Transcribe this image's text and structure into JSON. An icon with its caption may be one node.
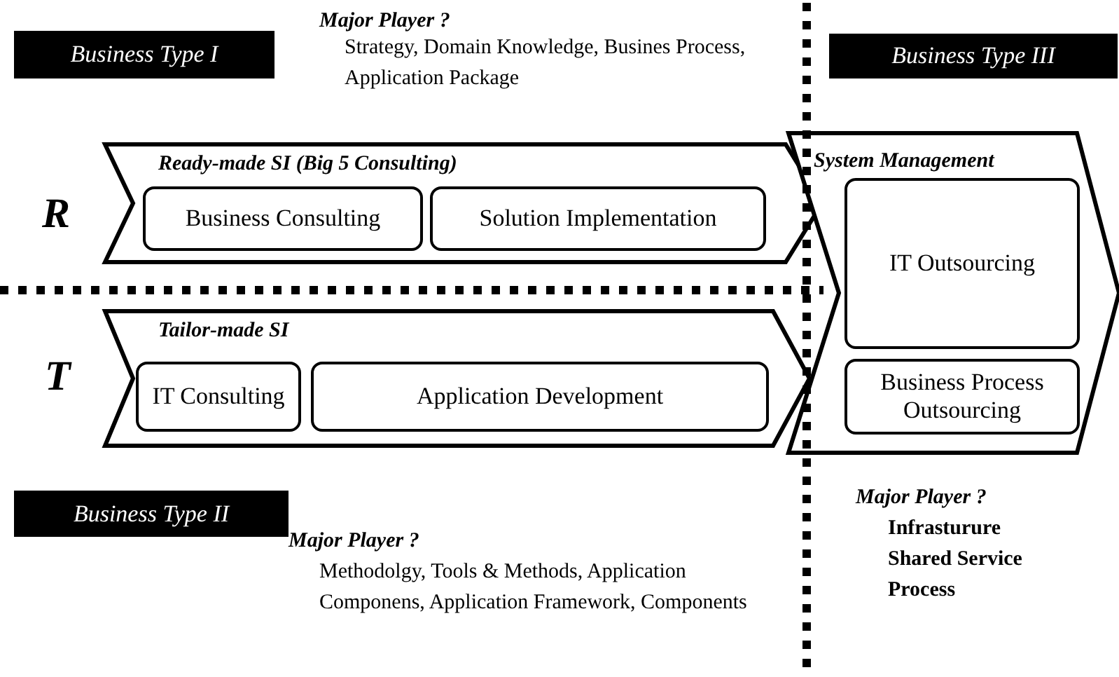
{
  "diagram": {
    "nodes": [
      {
        "text": [
          "Business Type I"
        ]
      },
      {
        "text": [
          "Business Type III"
        ]
      },
      {
        "text": [
          "Ready-made SI (Big 5 Consulting)"
        ]
      },
      {
        "text": [
          "Business Consulting"
        ],
        "in": 2
      },
      {
        "text": [
          "Solution Implementation"
        ],
        "in": 2
      },
      {
        "text": [
          "System Management"
        ]
      },
      {
        "text": [
          "IT Outsourcing"
        ],
        "in": 5
      },
      {
        "text": [
          "Business Process Outsourcing"
        ],
        "in": 5
      },
      {
        "text": [
          "Tailor-made SI"
        ]
      },
      {
        "text": [
          "IT Consulting"
        ],
        "in": 8
      },
      {
        "text": [
          "Application Development"
        ],
        "in": 8
      },
      {
        "text": [
          "Business Type II"
        ]
      }
    ],
    "labels": [
      "Major Player ?",
      "Strategy, Domain Knowledge, Busines Process, Application Package",
      "R",
      "T",
      "Major Player ?",
      "Infrasturure",
      "Shared Service",
      "Process",
      "Major Player ?",
      "Methodolgy, Tools & Methods, Application Componens, Application Framework, Components"
    ]
  }
}
